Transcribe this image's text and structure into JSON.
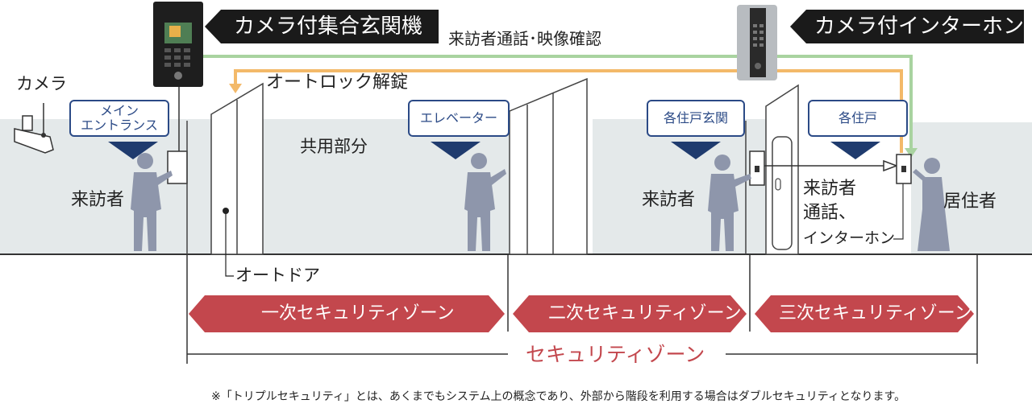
{
  "banners": {
    "left": "カメラ付集合玄関機",
    "right": "カメラ付インターホン"
  },
  "flow_labels": {
    "visitor_call_video": "来訪者通話･映像確認",
    "auto_lock_release": "オートロック解錠"
  },
  "labels": {
    "camera": "カメラ",
    "visitor_left": "来訪者",
    "common_area": "共用部分",
    "visitor_right": "来訪者",
    "resident": "居住者",
    "auto_door": "オートドア",
    "call_line1": "来訪者",
    "call_line2": "通話、",
    "call_line3": "インターホン"
  },
  "tags": {
    "main_entrance_l1": "メイン",
    "main_entrance_l2": "エントランス",
    "elevator": "エレベーター",
    "unit_entrance": "各住戸玄関",
    "unit": "各住戸"
  },
  "zones": {
    "first": "一次セキュリティゾーン",
    "second": "二次セキュリティゾーン",
    "third": "三次セキュリティゾーン",
    "overall": "セキュリティゾーン"
  },
  "footnote": "※「トリプルセキュリティ」とは、あくまでもシステム上の概念であり、外部から階段を利用する場合はダブルセキュリティとなります。",
  "colors": {
    "wall": "#e4e9ea",
    "banner": "#1a1a1a",
    "tag_border": "#2b4a86",
    "marker": "#1f3b6e",
    "person": "#8e96ab",
    "green_line": "#a9d3a0",
    "orange_line": "#f3b969",
    "zone": "#c3474d",
    "zone_label": "#c3474d"
  }
}
